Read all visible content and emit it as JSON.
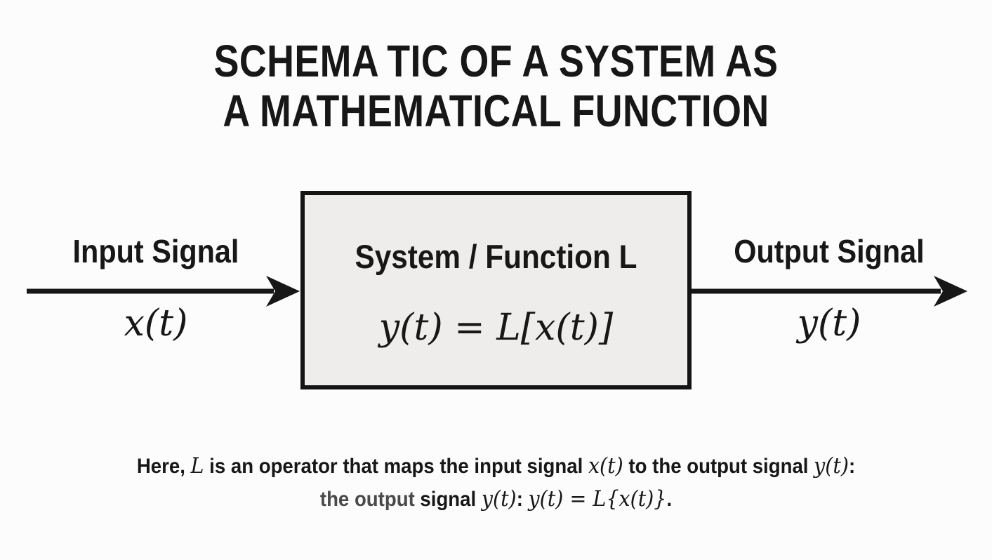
{
  "title": {
    "line1": "SCHEMA TIC OF A SYSTEM AS",
    "line2": "A MATHEMATICAL FUNCTION"
  },
  "system_box": {
    "label": "System / Function L",
    "equation": "y(t) = L[x(t)]"
  },
  "input": {
    "label": "Input Signal",
    "signal": "x(t)"
  },
  "output": {
    "label": "Output Signal",
    "signal": "y(t)"
  },
  "caption": {
    "line1": [
      {
        "text": "Here, "
      },
      {
        "text": "L"
      },
      {
        "text": " is an operator that maps the input signal "
      },
      {
        "text": "x(t)"
      },
      {
        "text": " to the output signal "
      },
      {
        "text": "y(t)"
      },
      {
        "text": ":"
      }
    ],
    "line2": [
      {
        "text": "the output "
      },
      {
        "text": "signal "
      },
      {
        "text": "y(t)"
      },
      {
        "text": ": "
      },
      {
        "text": "y(t) = L{x(t)}"
      },
      {
        "text": "."
      }
    ]
  },
  "colors": {
    "ink": "#171717",
    "box_fill": "#eeedeb",
    "box_border": "#141414",
    "muted_text": "#4a4a4a",
    "background": "#fcfcfc"
  }
}
